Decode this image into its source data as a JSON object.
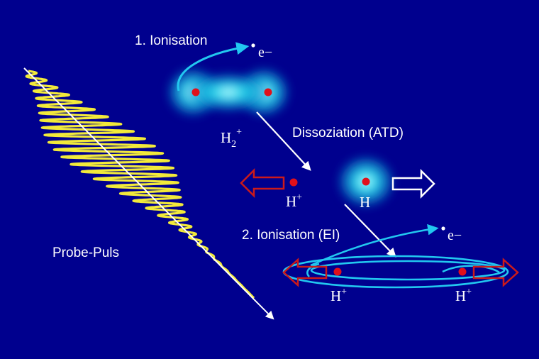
{
  "steps": {
    "ionisation1": "1. Ionisation",
    "dissociation": "Dissoziation (ATD)",
    "ionisation2": "2. Ionisation (EI)"
  },
  "probe_label": "Probe-Puls",
  "species": {
    "electron_1": "e−",
    "electron_2": "e−",
    "h2_base": "H",
    "h2_sub": "2",
    "h2_sup": "+",
    "proton_left": "H",
    "proton_left_sup": "+",
    "hydrogen_atom": "H",
    "proton_bottom_left": "H",
    "proton_bottom_left_sup": "+",
    "proton_bottom_right": "H",
    "proton_bottom_right_sup": "+"
  },
  "colors": {
    "background": "#00008e",
    "electron_cloud": "#22ddee",
    "electron_path": "#22c8f0",
    "nucleus": "#e0101a",
    "probe_wave": "#f2ea3a",
    "open_arrow_red": "#cc1a1a",
    "open_arrow_white": "#ffffff",
    "text": "#ffffff"
  }
}
